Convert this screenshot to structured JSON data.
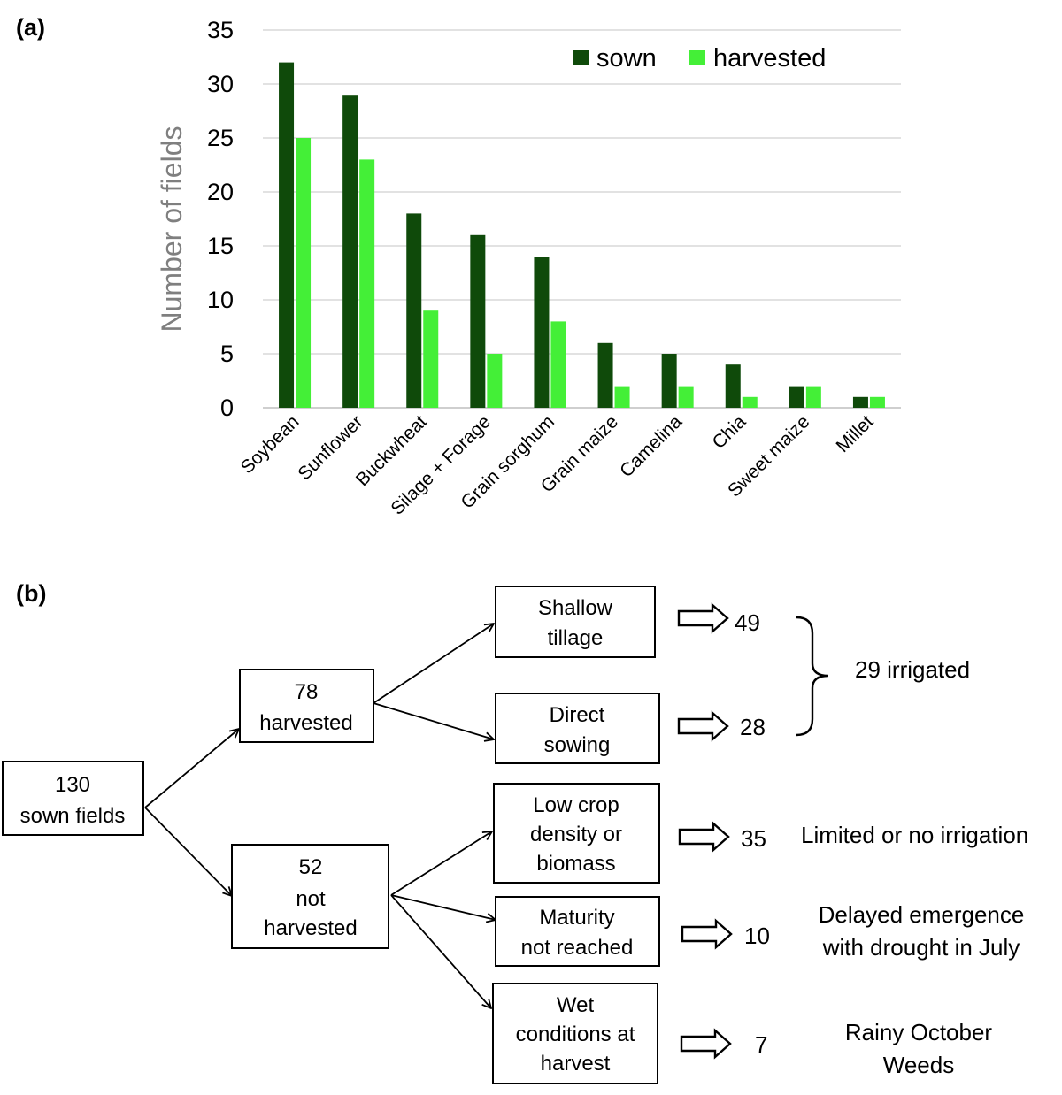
{
  "colors": {
    "sown": "#0f4a0a",
    "harvested": "#44ef37",
    "grid": "#d9d9d9",
    "axis_label": "#7f7f7f"
  },
  "panel_a": {
    "label": "(a)"
  },
  "panel_b": {
    "label": "(b)"
  },
  "chart_data": {
    "type": "bar",
    "title": "",
    "xlabel": "",
    "ylabel": "Number of fields",
    "ylim": [
      0,
      35
    ],
    "yticks": [
      "0",
      "5",
      "10",
      "15",
      "20",
      "25",
      "30",
      "35"
    ],
    "grid": true,
    "legend_position": "top-right",
    "categories": [
      "Soybean",
      "Sunflower",
      "Buckwheat",
      "Silage + Forage",
      "Grain sorghum",
      "Grain maize",
      "Camelina",
      "Chia",
      "Sweet maize",
      "Millet"
    ],
    "series": [
      {
        "name": "sown",
        "values": [
          32,
          29,
          18,
          16,
          14,
          6,
          5,
          4,
          2,
          1
        ]
      },
      {
        "name": "harvested",
        "values": [
          25,
          23,
          9,
          5,
          8,
          2,
          2,
          1,
          2,
          1
        ]
      }
    ]
  },
  "flowchart": {
    "sown": {
      "lines": [
        "130",
        "sown fields"
      ]
    },
    "harvested": {
      "lines": [
        "78",
        "harvested"
      ]
    },
    "not_harvested": {
      "lines": [
        "52",
        "not",
        "harvested"
      ]
    },
    "shallow": {
      "lines": [
        "Shallow",
        "tillage"
      ],
      "count": "49"
    },
    "direct": {
      "lines": [
        "Direct",
        "sowing"
      ],
      "count": "28"
    },
    "low": {
      "lines": [
        "Low crop",
        "density or",
        "biomass"
      ],
      "count": "35",
      "note": [
        "Limited or no irrigation"
      ]
    },
    "maturity": {
      "lines": [
        "Maturity",
        "not reached"
      ],
      "count": "10",
      "note": [
        "Delayed emergence",
        "with drought in July"
      ]
    },
    "wet": {
      "lines": [
        "Wet",
        "conditions at",
        "harvest"
      ],
      "count": "7",
      "note": [
        "Rainy October",
        "Weeds"
      ]
    },
    "brace_note": "29 irrigated"
  }
}
